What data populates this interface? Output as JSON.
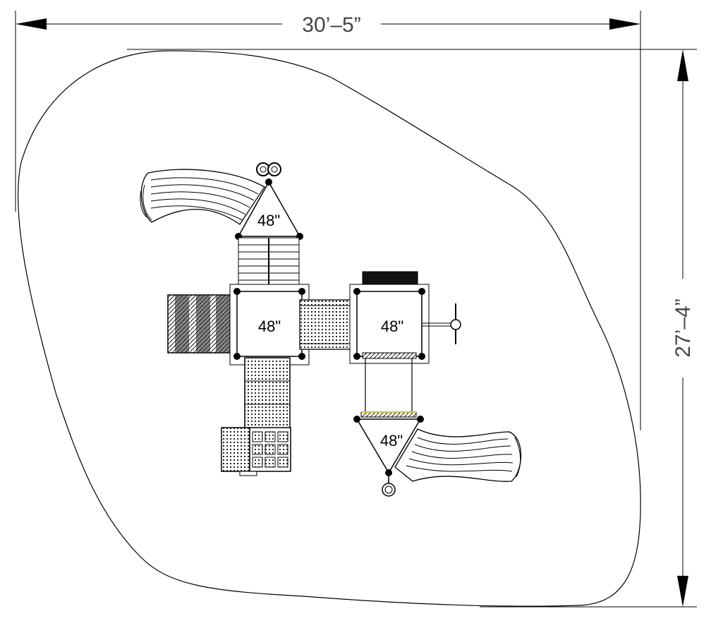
{
  "dimensions": {
    "width": "30’–5”",
    "height": "27’–4”"
  },
  "decks": {
    "top_triangle": "48\"",
    "left_square": "48\"",
    "right_square": "48\"",
    "bottom_triangle": "48\""
  },
  "colors": {
    "line": "#000000",
    "dim_text": "#444444",
    "accent": "#c9c24a"
  }
}
